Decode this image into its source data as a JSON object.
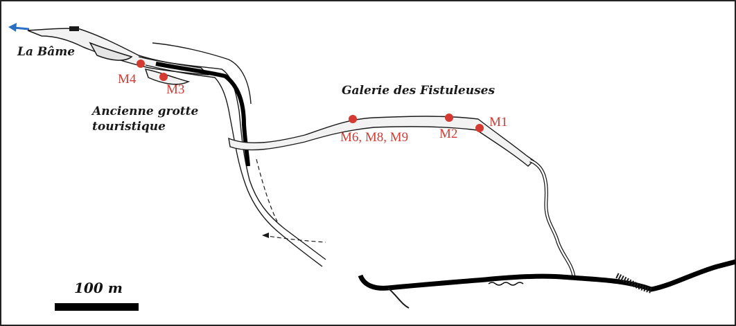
{
  "colors": {
    "sample_point": "#d43a32",
    "passage_outline": "#1a1a1a",
    "water_fill": "#000000",
    "flow_arrow": "#2a6fc4"
  },
  "labels": {
    "entrance": "La Bâme",
    "old_cave_line1": "Ancienne grotte",
    "old_cave_line2": "touristique",
    "gallery": "Galerie des Fistuleuses"
  },
  "sampling_points": [
    {
      "id": "m4",
      "label": "M4"
    },
    {
      "id": "m3",
      "label": "M3"
    },
    {
      "id": "m6",
      "label": "M6, M8, M9"
    },
    {
      "id": "m2",
      "label": "M2"
    },
    {
      "id": "m1",
      "label": "M1"
    }
  ],
  "scale_bar": {
    "label": "100 m"
  }
}
